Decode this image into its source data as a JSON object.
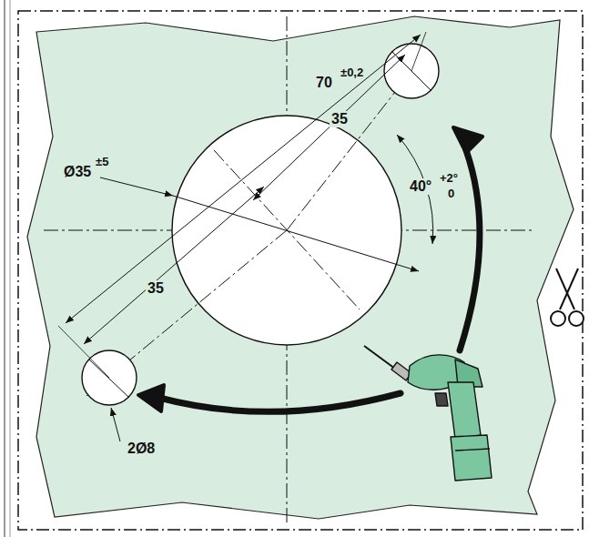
{
  "diagram": {
    "labels": [
      "70",
      "±0,2",
      "35",
      "Ø35",
      "±5",
      "40°",
      "+2°",
      "0",
      "35",
      "2Ø8"
    ]
  }
}
